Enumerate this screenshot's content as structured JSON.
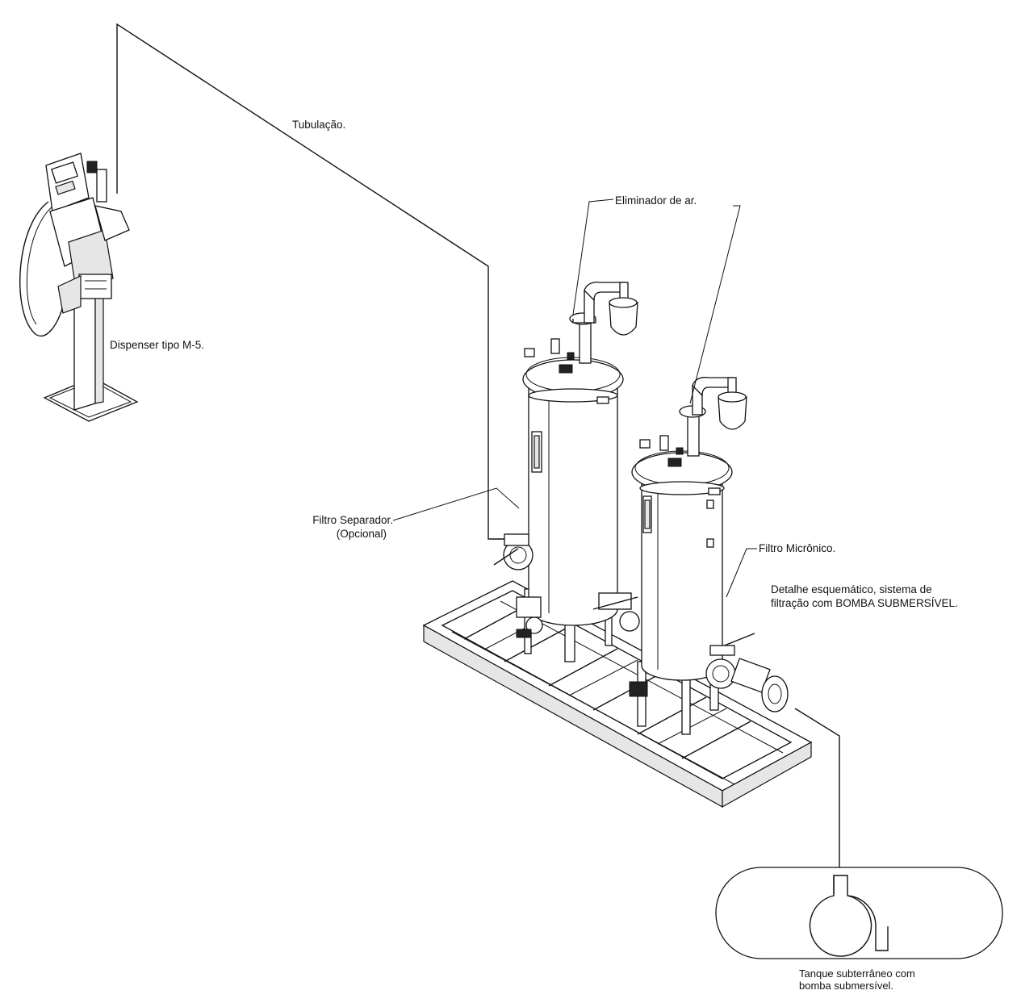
{
  "labels": {
    "tubulacao": "Tubulação.",
    "eliminador": "Eliminador de ar.",
    "dispenser": "Dispenser tipo M-5.",
    "filtro_separador": "Filtro Separador.",
    "opcional": "(Opcional)",
    "filtro_micronico": "Filtro Micrônico.",
    "detalhe_line1": "Detalhe esquemático, sistema de",
    "detalhe_line2": "filtração com BOMBA SUBMERSÍVEL.",
    "tanque_line1": "Tanque subterrâneo com",
    "tanque_line2": "bomba submersível."
  }
}
